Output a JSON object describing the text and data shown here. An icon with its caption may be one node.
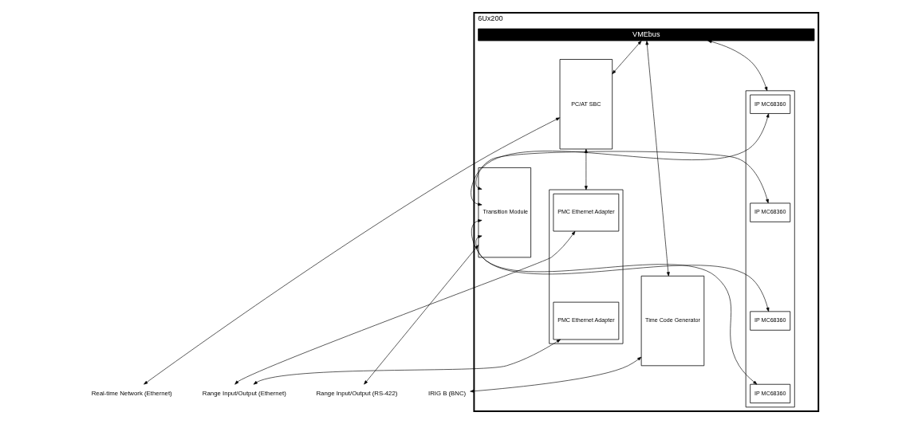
{
  "diagram": {
    "nodes": [
      {
        "text": [
          "6Ux200"
        ]
      },
      {
        "text": [
          "VMEbus"
        ],
        "in": 0
      },
      {
        "text": [
          "PC/AT SBC"
        ],
        "in": 0
      },
      {
        "text": [],
        "shape": "box",
        "in": 0
      },
      {
        "text": [
          "PMC Ethernet Adapter"
        ],
        "in": 3
      },
      {
        "text": [
          "PMC Ethernet Adapter"
        ],
        "in": 3
      },
      {
        "text": [],
        "shape": "box",
        "in": 0
      },
      {
        "text": [
          "IP MC68360"
        ],
        "in": 6
      },
      {
        "text": [
          "IP MC68360"
        ],
        "in": 6
      },
      {
        "text": [
          "IP MC68360"
        ],
        "in": 6
      },
      {
        "text": [
          "IP MC68360"
        ],
        "in": 6
      },
      {
        "text": [
          "Transition Module"
        ],
        "in": 0
      },
      {
        "text": [
          "Time Code Generator"
        ],
        "in": 0
      },
      {
        "text": [
          "Real-time Network (Ethernet)"
        ]
      },
      {
        "text": [
          "Range Input/Output (Ethernet)"
        ]
      },
      {
        "text": [
          "Range Input/Output (RS-422)"
        ]
      },
      {
        "text": [
          "IRIG B (BNC)"
        ]
      }
    ],
    "edges": [
      {
        "from": 1,
        "to": 2,
        "arrow": "both"
      },
      {
        "from": 1,
        "to": 6,
        "arrow": "both"
      },
      {
        "from": 1,
        "to": 12,
        "arrow": "both"
      },
      {
        "from": 2,
        "to": 3,
        "arrow": "both"
      },
      {
        "from": 13,
        "to": 2,
        "arrow": "both"
      },
      {
        "from": 14,
        "to": 4,
        "arrow": "both"
      },
      {
        "from": 14,
        "to": 5,
        "arrow": "both"
      },
      {
        "from": 11,
        "to": 7,
        "arrow": "both"
      },
      {
        "from": 11,
        "to": 8,
        "arrow": "both"
      },
      {
        "from": 11,
        "to": 9,
        "arrow": "both"
      },
      {
        "from": 11,
        "to": 10,
        "arrow": "both"
      },
      {
        "from": 15,
        "to": 11,
        "arrow": "both"
      },
      {
        "from": 16,
        "to": 12,
        "arrow": "both"
      }
    ]
  }
}
